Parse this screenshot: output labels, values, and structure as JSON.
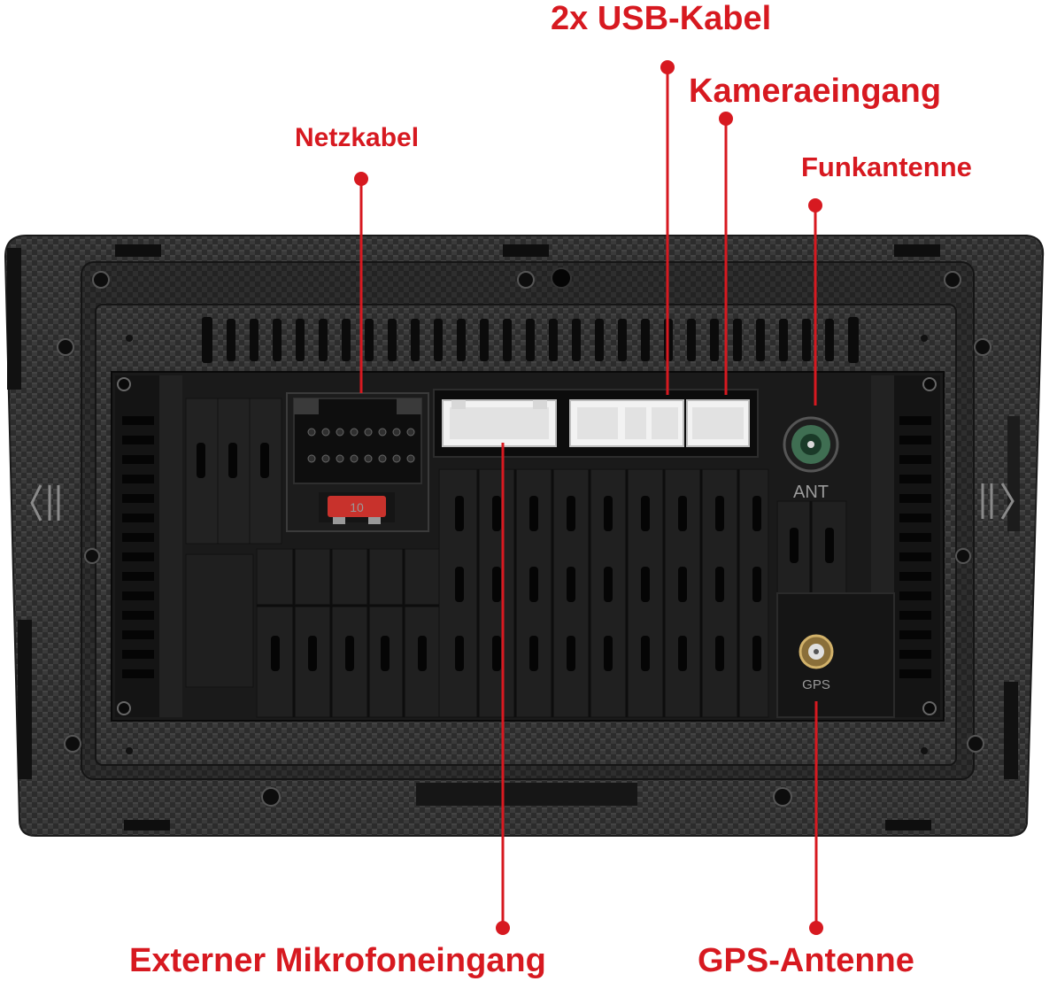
{
  "labels": {
    "usb": "2x USB-Kabel",
    "camera": "Kameraeingang",
    "power": "Netzkabel",
    "radio_antenna": "Funkantenne",
    "microphone": "Externer Mikrofoneingang",
    "gps_antenna": "GPS-Antenne"
  },
  "port_marks": {
    "ant": "ANT",
    "gps": "GPS",
    "fuse": "10"
  },
  "colors": {
    "accent": "#d71920",
    "housing": "#2b2b2b",
    "connector": "#f2f2f2",
    "fuse": "#c8322c"
  },
  "icons": {
    "left_slide": "slide-left-icon",
    "right_slide": "slide-right-icon"
  }
}
